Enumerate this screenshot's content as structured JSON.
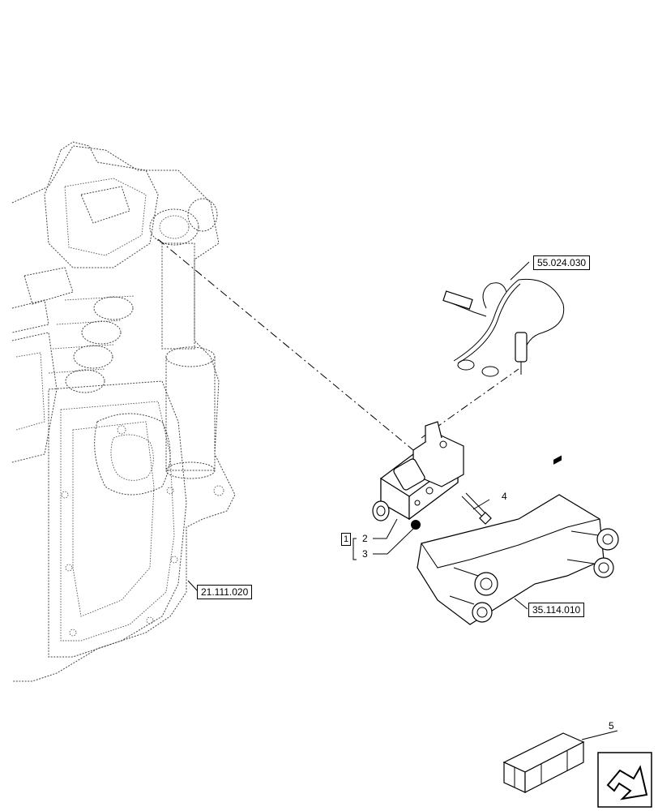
{
  "references": {
    "harness": "55.024.030",
    "housing": "21.111.020",
    "couplers": "35.114.010"
  },
  "callouts": {
    "kit": "1",
    "valve": "2",
    "oring": "3",
    "bolt": "4",
    "crate": "5"
  },
  "icons": {
    "navigation": "arrow-icon",
    "crate": "crate-icon"
  }
}
